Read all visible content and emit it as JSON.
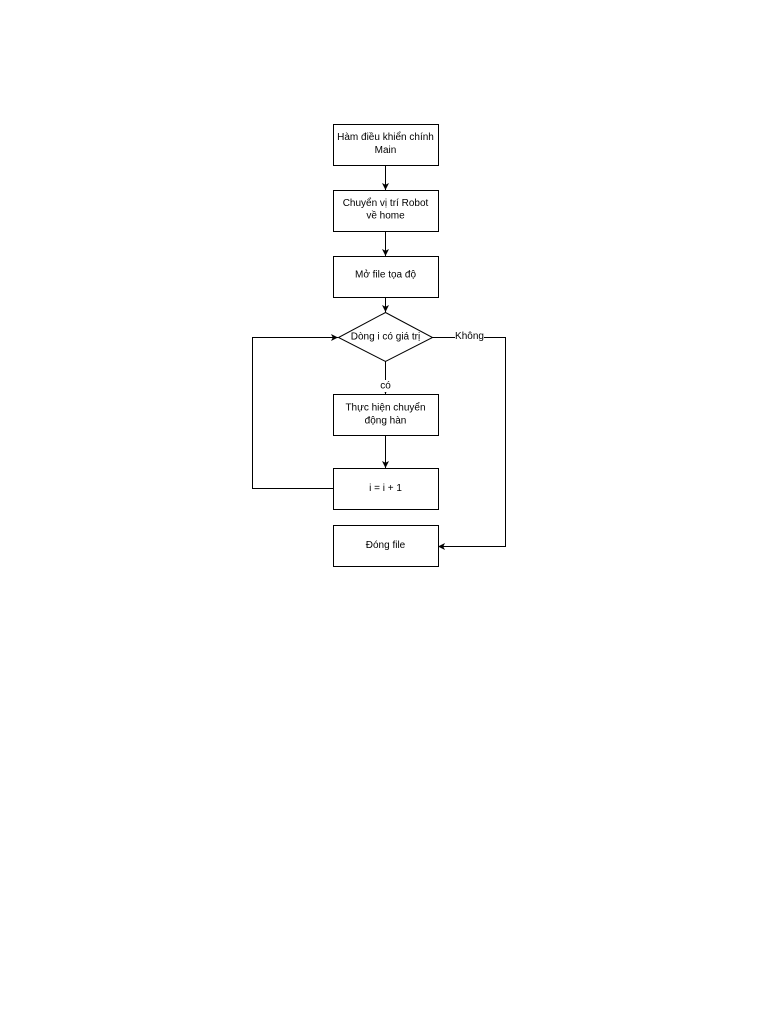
{
  "diagram": {
    "nodes": {
      "main": {
        "lines": [
          "Hàm điều khiển chính",
          "Main"
        ]
      },
      "home": {
        "lines": [
          "Chuyển vị trí Robot",
          "về home"
        ]
      },
      "open_file": {
        "lines": [
          "Mở file tọa độ"
        ]
      },
      "check_row": {
        "lines": [
          "Dòng i có giá trị"
        ]
      },
      "weld": {
        "lines": [
          "Thực hiện chuyển",
          "động hàn"
        ]
      },
      "increment": {
        "lines": [
          "i = i + 1"
        ]
      },
      "close_file": {
        "lines": [
          "Đóng file"
        ]
      }
    },
    "edge_labels": {
      "no": "Không",
      "yes": "có"
    },
    "colors": {
      "stroke": "#000000",
      "fill": "#ffffff"
    }
  }
}
